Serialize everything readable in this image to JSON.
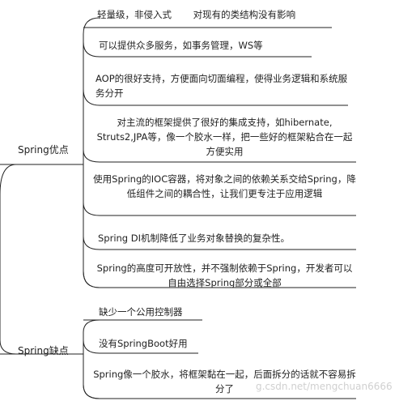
{
  "roots": {
    "pros": "Spring优点",
    "cons": "Spring缺点"
  },
  "pros": [
    "轻量级，非侵入式 　　对现有的类结构没有影响",
    "可以提供众多服务，如事务管理，WS等",
    "AOP的很好支持，方便面向切面编程，使得业务逻辑和系统服务分开",
    "对主流的框架提供了很好的集成支持，如hibernate, Struts2,JPA等，像一个胶水一样，把一些好的框架粘合在一起方便实用",
    "使用Spring的IOC容器，将对象之间的依赖关系交给Spring，降低组件之间的耦合性，让我们更专注于应用逻辑",
    "Spring DI机制降低了业务对象替换的复杂性。",
    "Spring的高度可开放性，并不强制依赖于Spring，开发者可以自由选择Spring部分或全部"
  ],
  "cons": [
    "缺少一个公用控制器",
    "没有SpringBoot好用",
    "Spring像一个胶水，将框架黏在一起，后面拆分的话就不容易拆分了"
  ],
  "watermark": "g.csdn.net/mengchuan6666"
}
